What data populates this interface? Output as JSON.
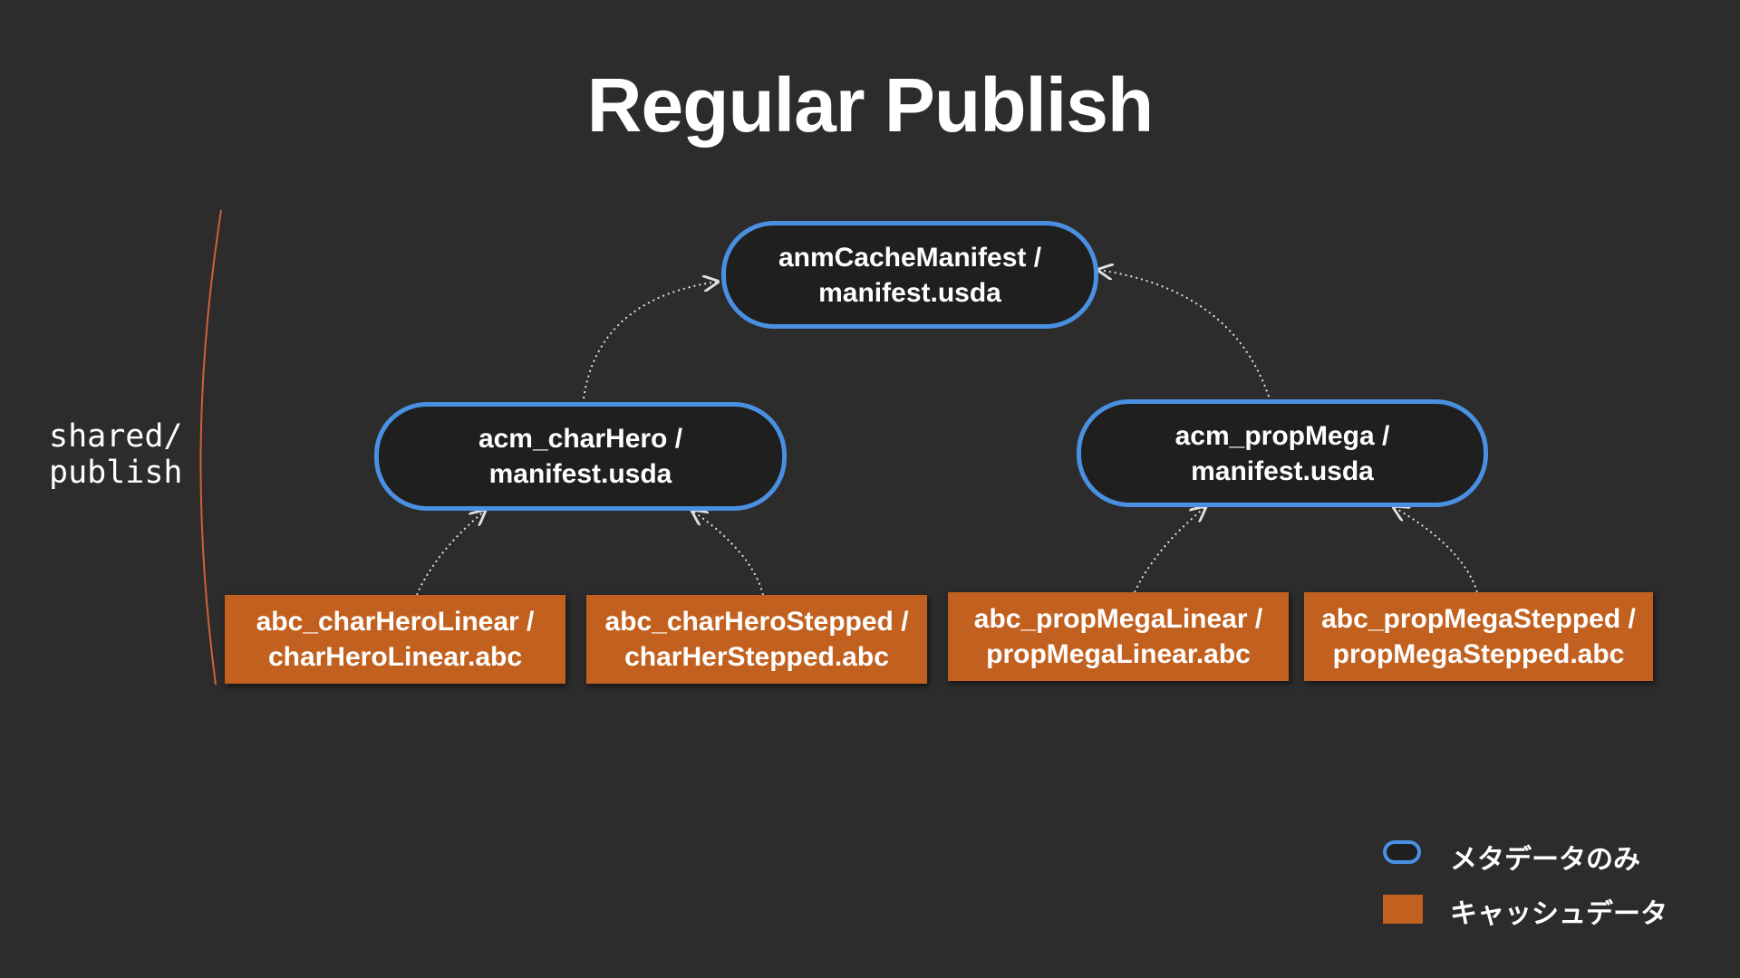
{
  "title": "Regular Publish",
  "side_label": {
    "line1": "shared/",
    "line2": "publish"
  },
  "nodes": {
    "root": {
      "line1": "anmCacheManifest /",
      "line2": "manifest.usda",
      "kind": "metadata-only"
    },
    "char_hero": {
      "line1": "acm_charHero /",
      "line2": "manifest.usda",
      "kind": "metadata-only"
    },
    "prop_mega": {
      "line1": "acm_propMega /",
      "line2": "manifest.usda",
      "kind": "metadata-only"
    },
    "char_hero_linear": {
      "line1": "abc_charHeroLinear /",
      "line2": "charHeroLinear.abc",
      "kind": "cache-data"
    },
    "char_hero_stepped": {
      "line1": "abc_charHeroStepped /",
      "line2": "charHerStepped.abc",
      "kind": "cache-data"
    },
    "prop_mega_linear": {
      "line1": "abc_propMegaLinear /",
      "line2": "propMegaLinear.abc",
      "kind": "cache-data"
    },
    "prop_mega_stepped": {
      "line1": "abc_propMegaStepped /",
      "line2": "propMegaStepped.abc",
      "kind": "cache-data"
    }
  },
  "edges": [
    {
      "from": "char_hero",
      "to": "root"
    },
    {
      "from": "prop_mega",
      "to": "root"
    },
    {
      "from": "char_hero_linear",
      "to": "char_hero"
    },
    {
      "from": "char_hero_stepped",
      "to": "char_hero"
    },
    {
      "from": "prop_mega_linear",
      "to": "prop_mega"
    },
    {
      "from": "prop_mega_stepped",
      "to": "prop_mega"
    }
  ],
  "legend": {
    "metadata_only": "メタデータのみ",
    "cache_data": "キャッシュデータ"
  },
  "colors": {
    "background": "#2c2c2c",
    "metadata_border": "#4a90e2",
    "cache_fill": "#c2611f",
    "bracket": "#d0603a",
    "connector": "#e0e0e0"
  }
}
